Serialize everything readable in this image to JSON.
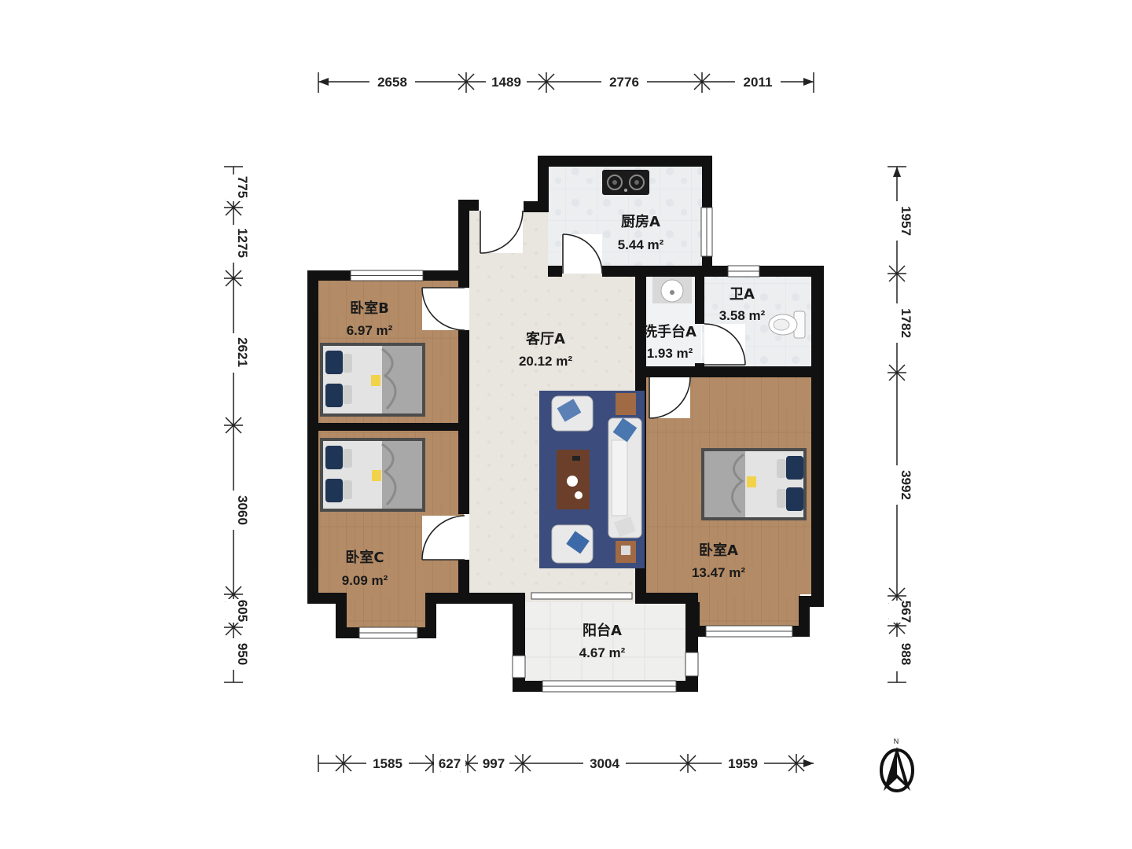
{
  "colors": {
    "wall": "#111111",
    "wood": "#b38b66",
    "wood_line": "#a07a55",
    "floor_light": "#e9e5df",
    "kitchen_tile": "#eceef0",
    "bath_tile": "#eef0f2",
    "balcony": "#efefee",
    "rug": "#3c4d7d",
    "bed_frame": "#555555",
    "bed_sheet": "#dcdcdc",
    "blanket": "#9a9a9a",
    "pillow": "#1f3555",
    "table": "#6b3f2a"
  },
  "dimensions": {
    "top": [
      "2658",
      "1489",
      "2776",
      "2011"
    ],
    "bottom": [
      "1585",
      "627",
      "997",
      "3004",
      "1959"
    ],
    "left": [
      "775",
      "1275",
      "2621",
      "3060",
      "605",
      "950"
    ],
    "right": [
      "1957",
      "1782",
      "3992",
      "567",
      "988"
    ]
  },
  "rooms": [
    {
      "id": "kitchen",
      "name": "厨房A",
      "area": "5.44 m²"
    },
    {
      "id": "bath",
      "name": "卫A",
      "area": "3.58 m²"
    },
    {
      "id": "wash",
      "name": "洗手台A",
      "area": "1.93 m²"
    },
    {
      "id": "living",
      "name": "客厅A",
      "area": "20.12 m²"
    },
    {
      "id": "bedroom-b",
      "name": "卧室B",
      "area": "6.97 m²"
    },
    {
      "id": "bedroom-c",
      "name": "卧室C",
      "area": "9.09 m²"
    },
    {
      "id": "bedroom-a",
      "name": "卧室A",
      "area": "13.47 m²"
    },
    {
      "id": "balcony",
      "name": "阳台A",
      "area": "4.67 m²"
    }
  ],
  "compass": {
    "label": "N",
    "icon": "north-arrow-icon"
  }
}
